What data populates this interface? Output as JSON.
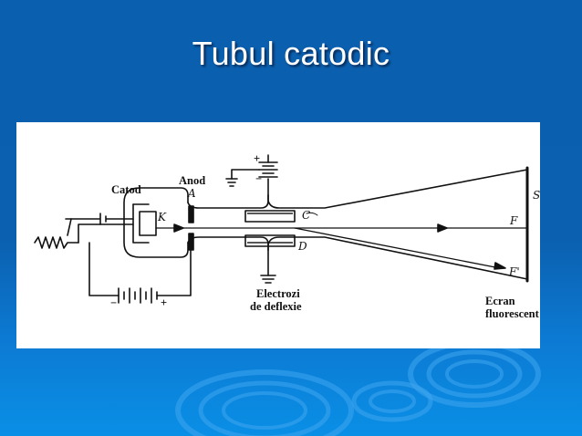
{
  "slide": {
    "title": "Tubul catodic"
  },
  "diagram": {
    "labels": {
      "cathode": "Catod",
      "anode": "Anod",
      "anode_letter": "A",
      "k_letter": "K",
      "c_letter": "C",
      "d_letter": "D",
      "f_letter": "F",
      "f_prime_letter": "F'",
      "s_letter": "S",
      "electrodes_line1": "Electrozi",
      "electrodes_line2": "de deflexie",
      "screen_line1": "Ecran",
      "screen_line2": "fluorescent",
      "plus_top": "+",
      "minus_top": "−",
      "minus_bottom": "−",
      "plus_bottom": "+"
    }
  }
}
